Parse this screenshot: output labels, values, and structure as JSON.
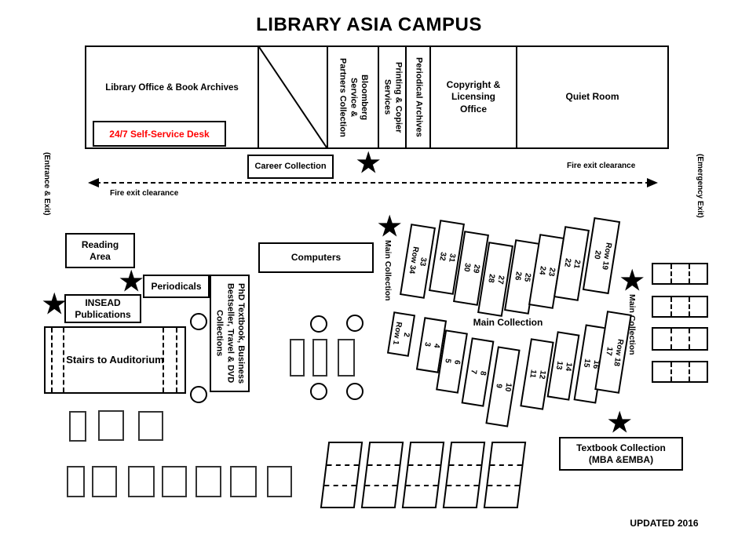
{
  "title": "LIBRARY ASIA CAMPUS",
  "footer": {
    "updated": "UPDATED 2016"
  },
  "colors": {
    "ink": "#000000",
    "accent_red": "#FF0000"
  },
  "rooms": {
    "library_office": "Library Office & Book Archives",
    "self_service_desk": "24/7 Self-Service Desk",
    "bloomberg": [
      "Bloomberg",
      "Service &",
      "Partners Collection"
    ],
    "printing": [
      "Printing & Copier",
      "Services"
    ],
    "periodical_archives": "Periodical Archives",
    "copyright": [
      "Copyright &",
      "Licensing",
      "Office"
    ],
    "quiet_room": "Quiet Room"
  },
  "labels": {
    "entrance": "(Entrance & Exit)",
    "emergency": "(Emergency Exit)",
    "fire_left": "Fire exit clearance",
    "fire_right": "Fire exit clearance",
    "career": "Career Collection",
    "reading": [
      "Reading",
      "Area"
    ],
    "periodicals": "Periodicals",
    "insead": [
      "INSEAD",
      "Publications"
    ],
    "stairs": "Stairs to Auditorium",
    "phd": [
      "PhD Textbook, Business",
      "Bestseller, Travel & DVD",
      "Collections"
    ],
    "computers": "Computers",
    "main_collection_left": "Main Collection",
    "main_collection_right": "Main Collection",
    "main_collection_center": "Main Collection",
    "textbook": [
      "Textbook Collection",
      "(MBA &EMBA)"
    ]
  },
  "shelves": {
    "top": [
      [
        "33",
        "Row 34"
      ],
      [
        "31",
        "32"
      ],
      [
        "29",
        "30"
      ],
      [
        "27",
        "28"
      ],
      [
        "25",
        "26"
      ],
      [
        "23",
        "24"
      ],
      [
        "21",
        "22"
      ],
      [
        "Row 19",
        "20"
      ]
    ],
    "bottom": [
      [
        "2",
        "Row 1"
      ],
      [
        "4",
        "3"
      ],
      [
        "6",
        "5"
      ],
      [
        "8",
        "7"
      ],
      [
        "10",
        "9"
      ],
      [
        "12",
        "11"
      ],
      [
        "14",
        "13"
      ],
      [
        "16",
        "15"
      ],
      [
        "Row 18",
        "17"
      ]
    ]
  }
}
